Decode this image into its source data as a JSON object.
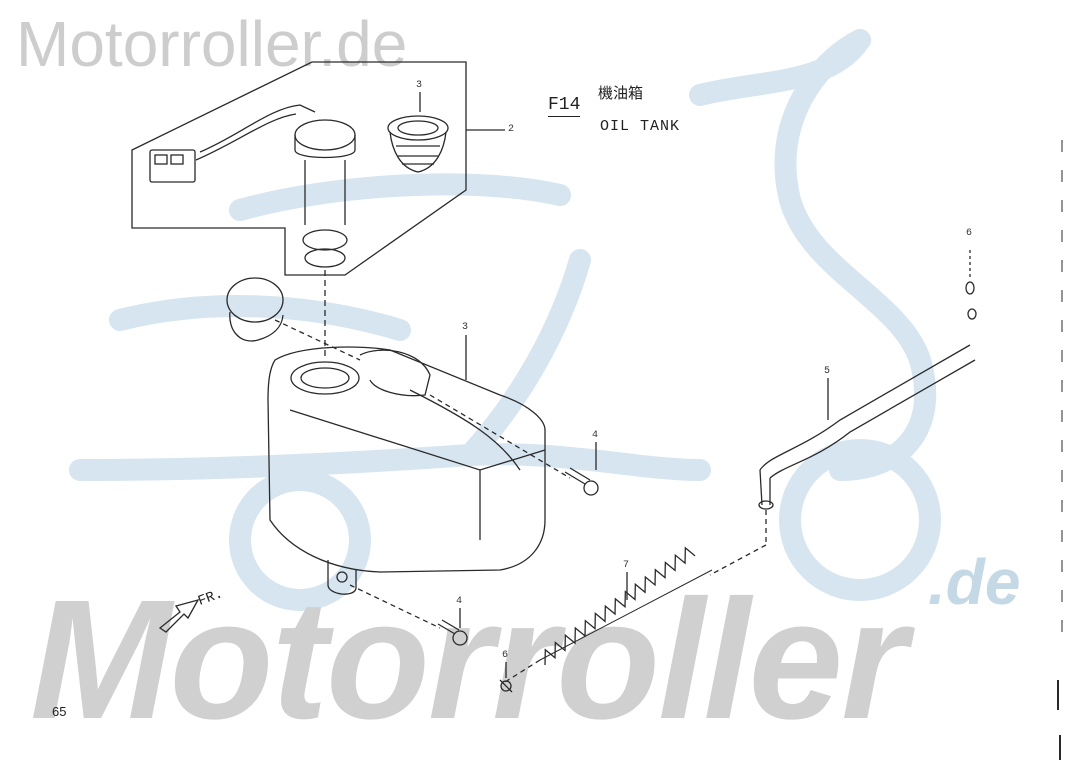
{
  "watermark_top": "Motorroller.de",
  "watermark_bottom": "Motorroller",
  "watermark_suffix": ".de",
  "figure_code": "F14",
  "title_cjk": "機油箱",
  "title": "OIL TANK",
  "direction_label": "FR.",
  "page_number": "65",
  "callouts": [
    "2",
    "3",
    "3",
    "4",
    "4",
    "5",
    "6",
    "6",
    "7"
  ],
  "colors": {
    "ink": "#2a2a2a",
    "watermark_gray": "#cdcdcd",
    "watermark_blue": "#c4d8e6"
  }
}
